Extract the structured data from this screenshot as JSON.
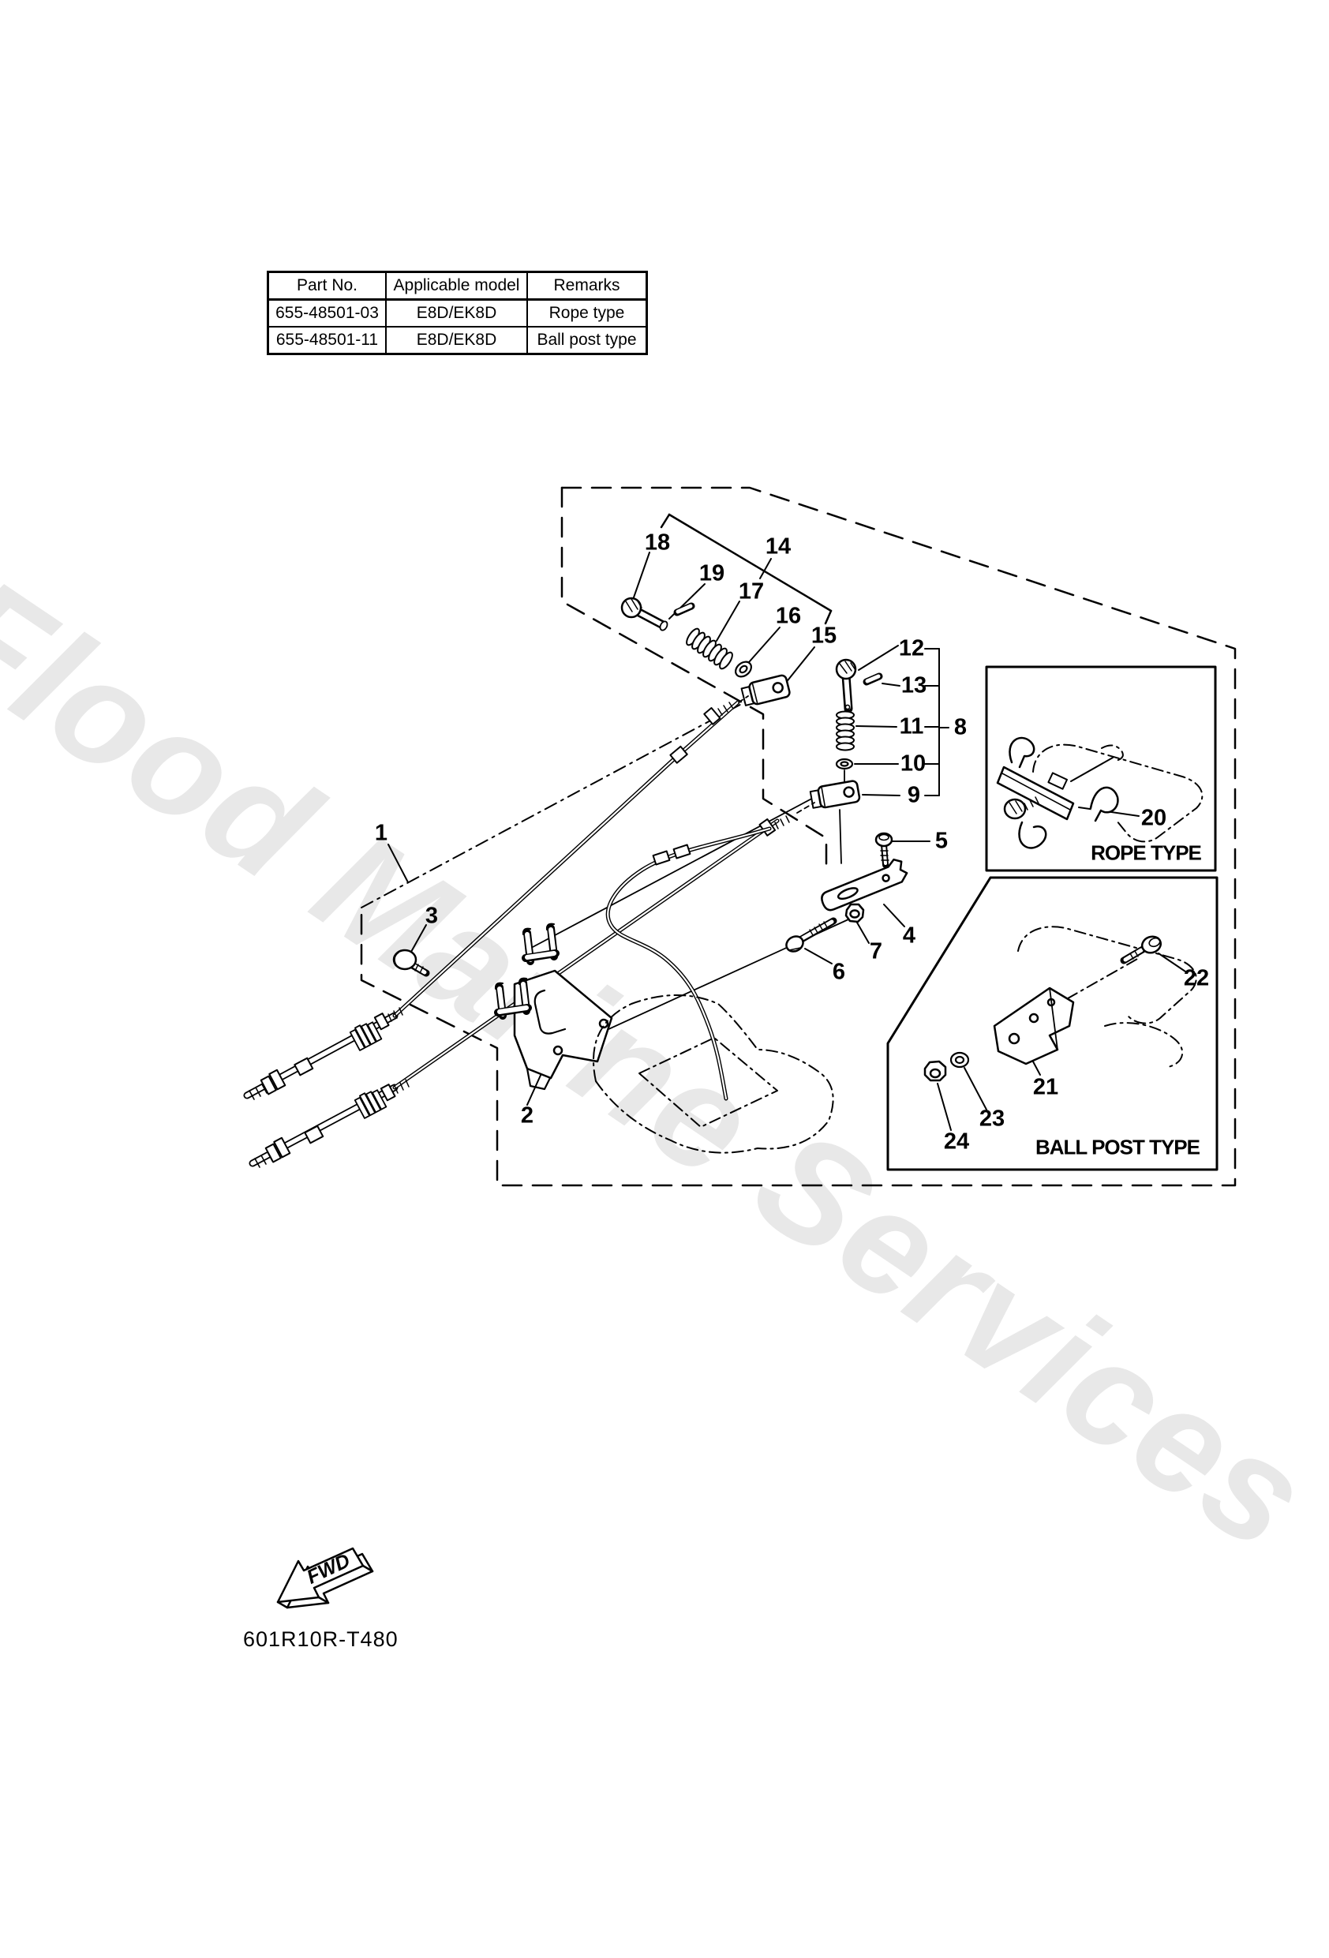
{
  "watermark": "Flood Marine Services",
  "table": {
    "headers": [
      "Part No.",
      "Applicable model",
      "Remarks"
    ],
    "rows": [
      [
        "655-48501-03",
        "E8D/EK8D",
        "Rope type"
      ],
      [
        "655-48501-11",
        "E8D/EK8D",
        "Ball post type"
      ]
    ]
  },
  "labels": {
    "rope_type": "ROPE TYPE",
    "ball_post_type": "BALL POST TYPE",
    "fwd": "FWD",
    "drawing_code": "601R10R-T480"
  },
  "callouts": {
    "c1": "1",
    "c2": "2",
    "c3": "3",
    "c4": "4",
    "c5": "5",
    "c6": "6",
    "c7": "7",
    "c8": "8",
    "c9": "9",
    "c10": "10",
    "c11": "11",
    "c12": "12",
    "c13": "13",
    "c14": "14",
    "c15": "15",
    "c16": "16",
    "c17": "17",
    "c18": "18",
    "c19": "19",
    "c20": "20",
    "c21": "21",
    "c22": "22",
    "c23": "23",
    "c24": "24"
  }
}
